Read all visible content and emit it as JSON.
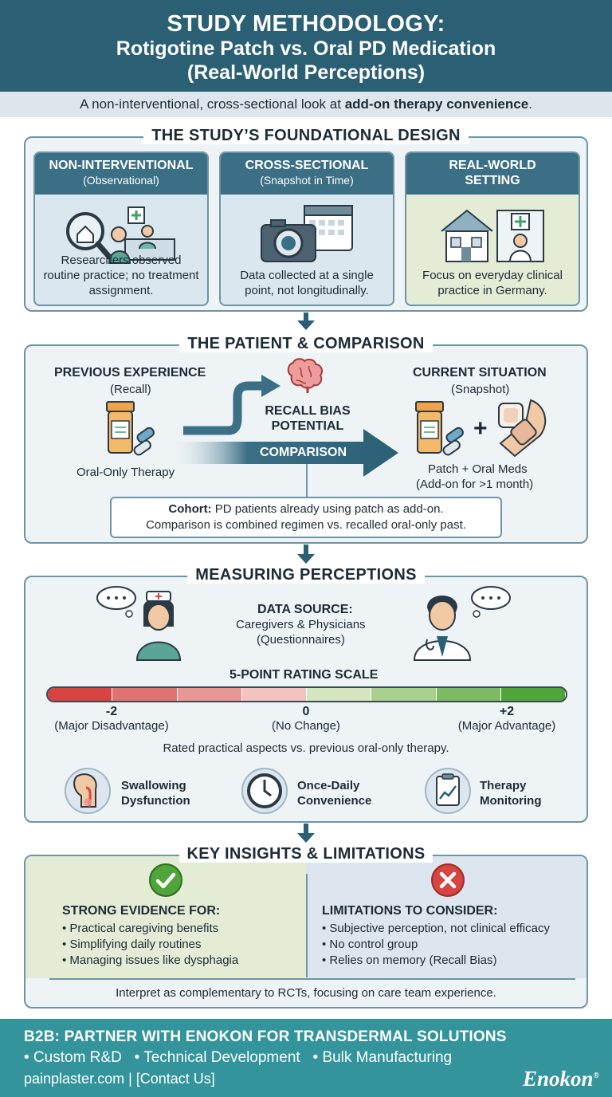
{
  "header": {
    "line1": "STUDY METHODOLOGY:",
    "line2": "Rotigotine Patch vs. Oral PD Medication",
    "line3": "(Real-World Perceptions)"
  },
  "subtitle": {
    "prefix": "A non-interventional, cross-sectional look at ",
    "bold": "add-on therapy convenience",
    "suffix": "."
  },
  "design": {
    "title": "THE STUDY’S FOUNDATIONAL DESIGN",
    "cards": [
      {
        "title": "NON-INTERVENTIONAL",
        "subtitle": "(Observational)",
        "body": "Researchers observed routine practice; no treatment assignment.",
        "icon": "magnifier-clinic-icon"
      },
      {
        "title": "CROSS-SECTIONAL",
        "subtitle": "(Snapshot in Time)",
        "body": "Data collected at a single point, not longitudinally.",
        "icon": "camera-calendar-icon"
      },
      {
        "title": "REAL-WORLD",
        "subtitle": "SETTING",
        "body": "Focus on everyday clinical practice in Germany.",
        "icon": "house-clinic-icon"
      }
    ]
  },
  "comparison": {
    "title": "THE PATIENT & COMPARISON",
    "previous_title": "PREVIOUS EXPERIENCE",
    "previous_sub": "(Recall)",
    "previous_caption": "Oral-Only Therapy",
    "recall_bias": "RECALL BIAS POTENTIAL",
    "arrow_label": "COMPARISON",
    "current_title": "CURRENT SITUATION",
    "current_sub": "(Snapshot)",
    "current_caption1": "Patch + Oral Meds",
    "current_caption2": "(Add-on for >1 month)",
    "plus": "+",
    "cohort_label": "Cohort:",
    "cohort_text1": " PD patients already using patch as add-on.",
    "cohort_text2": "Comparison is combined regimen vs. recalled oral-only past."
  },
  "measuring": {
    "title": "MEASURING PERCEPTIONS",
    "source_title": "DATA SOURCE:",
    "source_line1": "Caregivers & Physicians",
    "source_line2": "(Questionnaires)",
    "scale_title": "5-POINT RATING SCALE",
    "scale_colors": [
      "#d64541",
      "#e07370",
      "#e99794",
      "#f3c3bf",
      "#d4e6bd",
      "#a9d08e",
      "#7dbb62",
      "#4fa43a"
    ],
    "scale_labels": [
      {
        "value": "-2",
        "desc": "(Major Disadvantage)"
      },
      {
        "value": "0",
        "desc": "(No Change)"
      },
      {
        "value": "+2",
        "desc": "(Major Advantage)"
      }
    ],
    "rated_text": "Rated practical aspects vs. previous oral-only therapy.",
    "aspects": [
      {
        "line1": "Swallowing",
        "line2": "Dysfunction",
        "icon": "throat-icon"
      },
      {
        "line1": "Once-Daily",
        "line2": "Convenience",
        "icon": "clock-icon"
      },
      {
        "line1": "Therapy",
        "line2": "Monitoring",
        "icon": "clipboard-chart-icon"
      }
    ]
  },
  "insights": {
    "title": "KEY INSIGHTS & LIMITATIONS",
    "strong_title": "STRONG EVIDENCE FOR:",
    "strong_items": [
      "• Practical caregiving benefits",
      "• Simplifying daily routines",
      "• Managing issues like dysphagia"
    ],
    "limit_title": "LIMITATIONS TO CONSIDER:",
    "limit_items": [
      "• Subjective perception, not clinical efficacy",
      "• No control group",
      "• Relies on memory (Recall Bias)"
    ],
    "footer_note": "Interpret as complementary to RCTs, focusing on care team experience."
  },
  "footer": {
    "line1": "B2B: PARTNER WITH ENOKON FOR TRANSDERMAL SOLUTIONS",
    "items": [
      "• Custom R&D",
      "• Technical Development",
      "• Bulk Manufacturing"
    ],
    "contact": "painplaster.com | [Contact Us]",
    "logo": "Enokon",
    "logo_mark": "®"
  }
}
